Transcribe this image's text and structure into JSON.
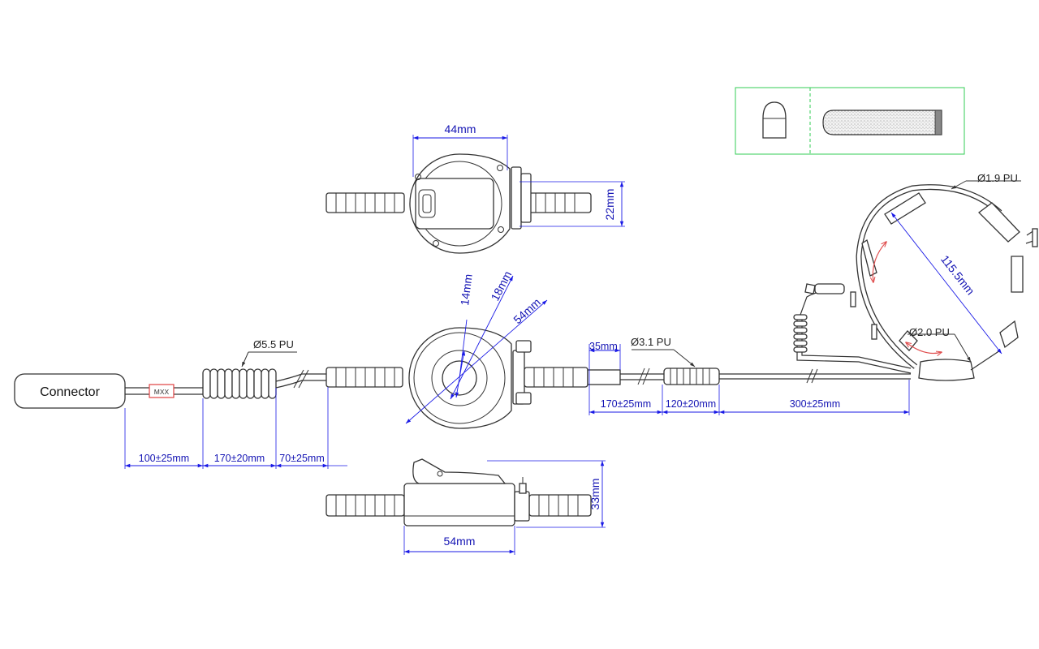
{
  "connector": {
    "label": "Connector",
    "tag": "MXX"
  },
  "callouts": {
    "cable_coil": "Ø5.5 PU",
    "cable_mid": "Ø3.1 PU",
    "headband": "Ø1.9 PU",
    "headset_cable": "Ø2.0 PU"
  },
  "dimensions": {
    "top_width": "44mm",
    "top_height": "22mm",
    "ptt_inner": "14mm",
    "ptt_mid": "18mm",
    "ptt_outer": "54mm",
    "side_width": "54mm",
    "side_height": "33mm",
    "seg_connector": "100±25mm",
    "seg_coil": "170±20mm",
    "seg_to_ptt": "70±25mm",
    "seg_35": "35mm",
    "seg_170b": "170±25mm",
    "seg_120": "120±20mm",
    "seg_300": "300±25mm",
    "headband_span": "115.5mm"
  },
  "colors": {
    "dimension": "#1a1ae6",
    "outline": "#333333",
    "accessory_frame": "#33cc55",
    "rotation_arrow": "#e05050",
    "label_tag": "#e04040"
  }
}
